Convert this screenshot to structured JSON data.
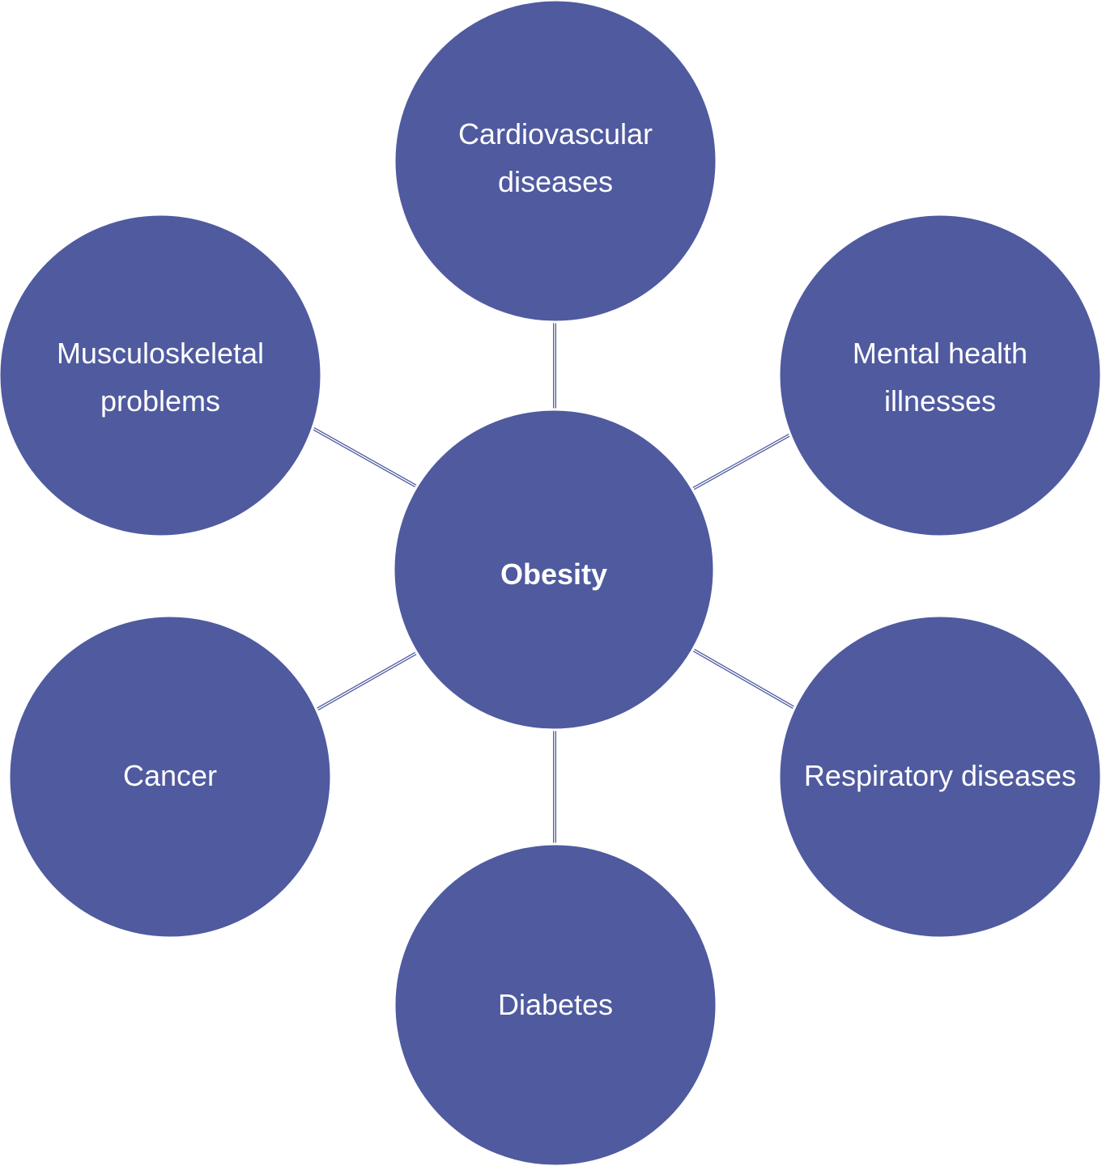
{
  "colors": {
    "node_fill": "#4f5a9f",
    "text": "#ffffff",
    "connector": "#4f5a9f"
  },
  "center": {
    "label": "Obesity"
  },
  "nodes": [
    {
      "id": "cardiovascular",
      "label": "Cardiovascular\ndiseases"
    },
    {
      "id": "mental-health",
      "label": "Mental health\nillnesses"
    },
    {
      "id": "respiratory",
      "label": "Respiratory diseases"
    },
    {
      "id": "diabetes",
      "label": "Diabetes"
    },
    {
      "id": "cancer",
      "label": "Cancer"
    },
    {
      "id": "musculoskeletal",
      "label": "Musculoskeletal\nproblems"
    }
  ]
}
